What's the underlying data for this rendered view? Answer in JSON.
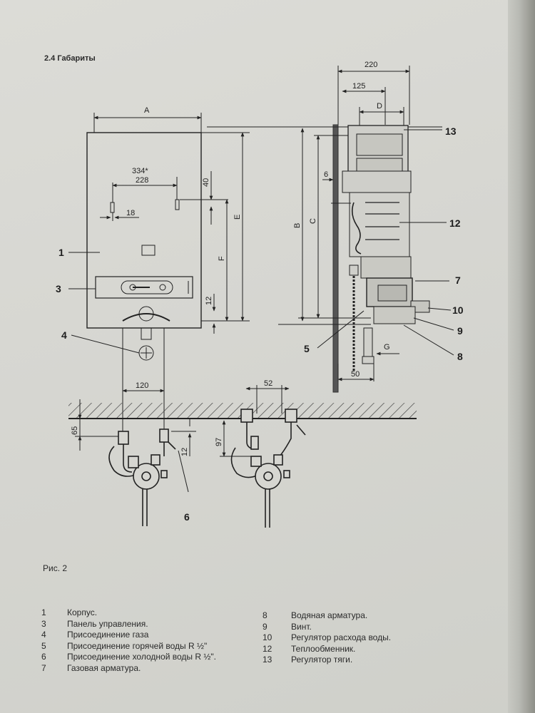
{
  "section_title": "2.4 Габариты",
  "figure_caption": "Рис. 2",
  "dimensions": {
    "A": "A",
    "w334": "334*",
    "w228": "228",
    "d40": "40",
    "d18": "18",
    "E": "E",
    "F": "F",
    "d12": "12",
    "w120": "120",
    "d65": "65",
    "d12b": "12",
    "d97": "97",
    "w52": "52",
    "w220": "220",
    "w125": "125",
    "D": "D",
    "d6": "6",
    "B": "B",
    "C": "C",
    "G": "G",
    "w50": "50"
  },
  "callouts": {
    "c1": "1",
    "c3": "3",
    "c4": "4",
    "c5": "5",
    "c6": "6",
    "c7": "7",
    "c8": "8",
    "c9": "9",
    "c10": "10",
    "c12": "12",
    "c13": "13"
  },
  "legend_left": [
    {
      "num": "1",
      "text": "Корпус."
    },
    {
      "num": "3",
      "text": "Панель управления."
    },
    {
      "num": "4",
      "text": "Присоединение газа"
    },
    {
      "num": "5",
      "text": "Присоединение горячей воды R ½\""
    },
    {
      "num": "6",
      "text": "Присоединение холодной воды R ½\"."
    },
    {
      "num": "7",
      "text": "Газовая арматура."
    }
  ],
  "legend_right": [
    {
      "num": "8",
      "text": "Водяная арматура."
    },
    {
      "num": "9",
      "text": "Винт."
    },
    {
      "num": "10",
      "text": "Регулятор расхода воды."
    },
    {
      "num": "12",
      "text": "Теплообменник."
    },
    {
      "num": "13",
      "text": "Регулятор тяги."
    }
  ]
}
